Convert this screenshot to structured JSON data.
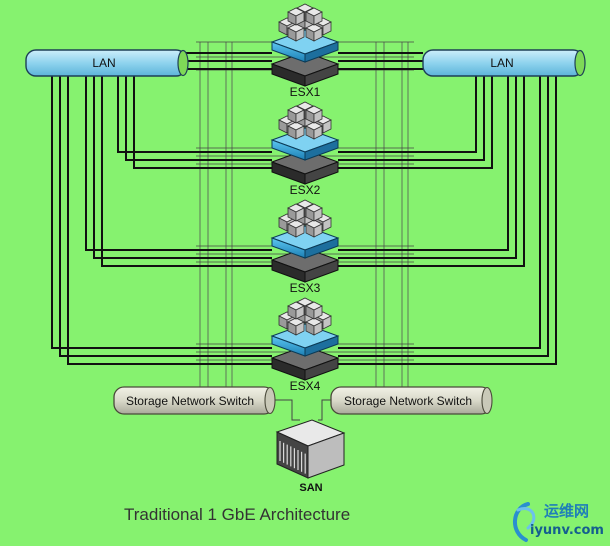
{
  "lan_left": "LAN",
  "lan_right": "LAN",
  "hosts": [
    "ESX1",
    "ESX2",
    "ESX3",
    "ESX4"
  ],
  "switch_left": "Storage Network Switch",
  "switch_right": "Storage Network Switch",
  "san": "SAN",
  "caption": "Traditional 1 GbE Architecture",
  "watermark": {
    "cn": "运维网",
    "url": "iyunv.com"
  },
  "colors": {
    "background": "#86f26f",
    "cable": "#111111",
    "storage_link": "#6a6a6a",
    "lan_pipe": "#8fd3ee",
    "switch_pipe": "#d9d9c9",
    "host_blue": "#2f9fd6"
  }
}
